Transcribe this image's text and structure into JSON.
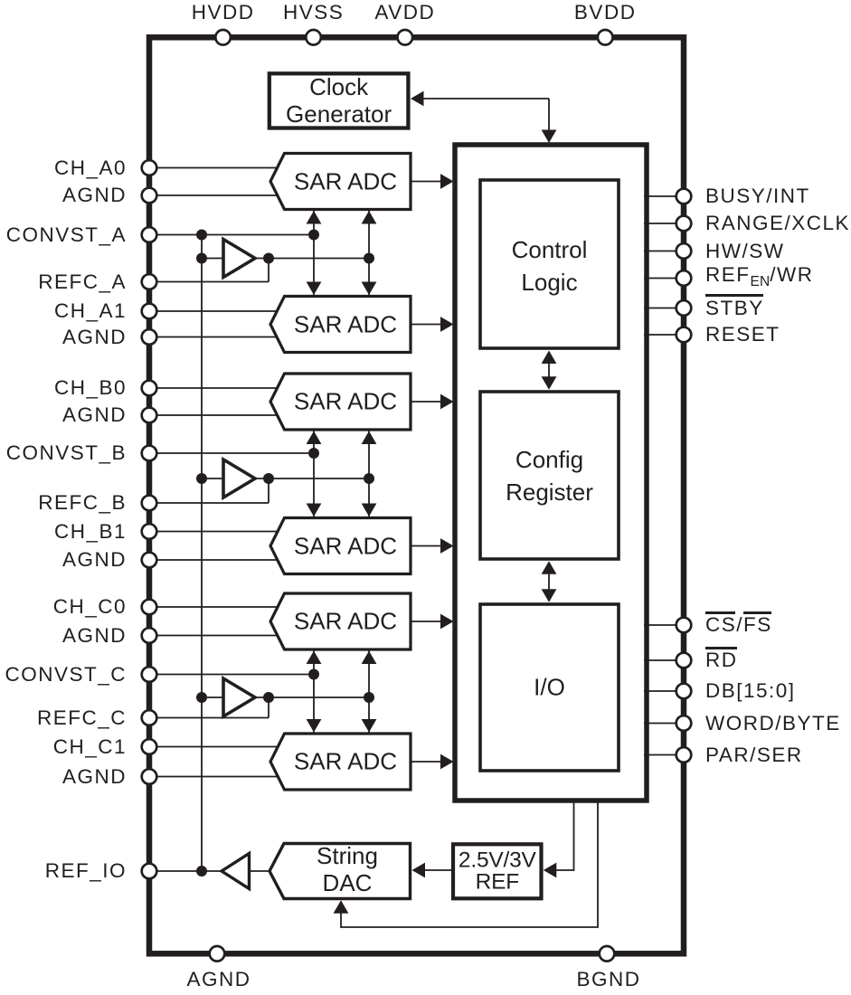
{
  "diagram": {
    "kind": "functional-block-diagram",
    "colors": {
      "background": "#ffffff",
      "ink": "#221e1f"
    },
    "top_pins": [
      {
        "label": "HVDD"
      },
      {
        "label": "HVSS"
      },
      {
        "label": "AVDD"
      },
      {
        "label": "BVDD"
      }
    ],
    "bottom_pins": [
      {
        "label": "AGND"
      },
      {
        "label": "BGND"
      }
    ],
    "left_pins": [
      {
        "label": "CH_A0"
      },
      {
        "label": "AGND"
      },
      {
        "label": "CONVST_A"
      },
      {
        "label": "REFC_A"
      },
      {
        "label": "CH_A1"
      },
      {
        "label": "AGND"
      },
      {
        "label": "CH_B0"
      },
      {
        "label": "AGND"
      },
      {
        "label": "CONVST_B"
      },
      {
        "label": "REFC_B"
      },
      {
        "label": "CH_B1"
      },
      {
        "label": "AGND"
      },
      {
        "label": "CH_C0"
      },
      {
        "label": "AGND"
      },
      {
        "label": "CONVST_C"
      },
      {
        "label": "REFC_C"
      },
      {
        "label": "CH_C1"
      },
      {
        "label": "AGND"
      },
      {
        "label": "REF_IO"
      }
    ],
    "right_pins_top": [
      {
        "label": "BUSY/INT"
      },
      {
        "label": "RANGE/XCLK"
      },
      {
        "label": "HW/SW"
      },
      {
        "base": "REF",
        "sub": "EN",
        "suffix": "/WR"
      },
      {
        "label": "STBY",
        "overline": true
      },
      {
        "label": "RESET"
      }
    ],
    "right_pins_bottom": [
      {
        "part1": "CS",
        "sep": "/",
        "part2": "FS",
        "overline_parts": true
      },
      {
        "label": "RD",
        "overline": true
      },
      {
        "label": "DB[15:0]"
      },
      {
        "label": "WORD/BYTE"
      },
      {
        "label": "PAR/SER"
      }
    ],
    "blocks": {
      "clock_generator": {
        "line1": "Clock",
        "line2": "Generator"
      },
      "sar_adcs": [
        {
          "label": "SAR ADC"
        },
        {
          "label": "SAR ADC"
        },
        {
          "label": "SAR ADC"
        },
        {
          "label": "SAR ADC"
        },
        {
          "label": "SAR ADC"
        },
        {
          "label": "SAR ADC"
        }
      ],
      "control_logic": {
        "line1": "Control",
        "line2": "Logic"
      },
      "config_register": {
        "line1": "Config",
        "line2": "Register"
      },
      "io": {
        "label": "I/O"
      },
      "string_dac": {
        "line1": "String",
        "line2": "DAC"
      },
      "reference": {
        "line1": "2.5V/3V",
        "line2": "REF"
      }
    }
  }
}
